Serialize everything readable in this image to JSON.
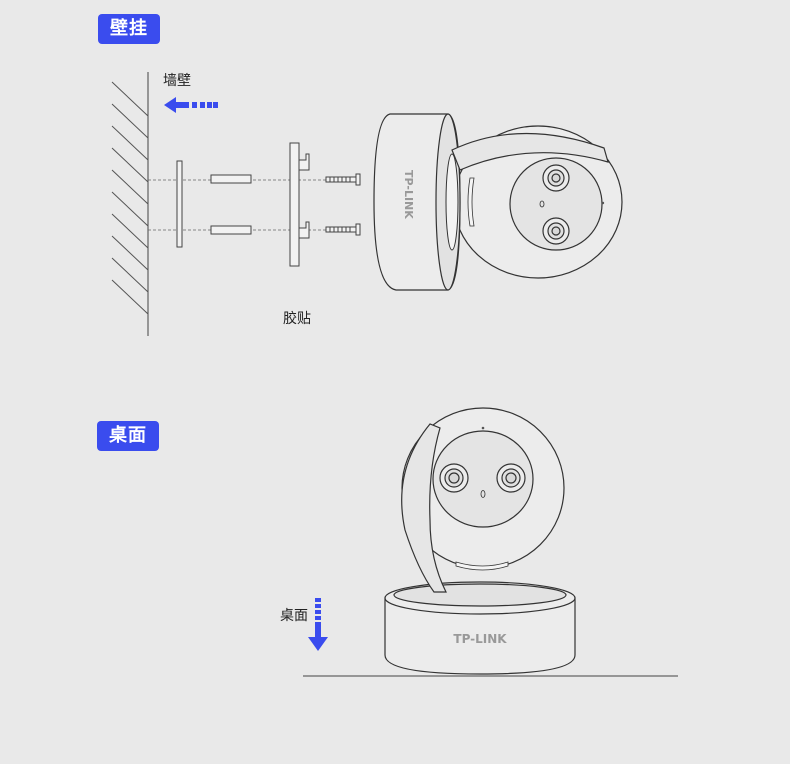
{
  "sections": {
    "wall": {
      "badge": "壁挂",
      "wall_label": "墙壁",
      "adhesive_label": "胶贴"
    },
    "desk": {
      "badge": "桌面",
      "desk_label": "桌面"
    }
  },
  "brand": "TP-LINK",
  "colors": {
    "accent": "#3a4cee",
    "background": "#e9e9e9",
    "line": "#333333",
    "device_fill": "#ececec",
    "lens_fill": "#e4e4e4"
  },
  "icons": [
    "arrow-left-icon",
    "arrow-down-icon"
  ]
}
